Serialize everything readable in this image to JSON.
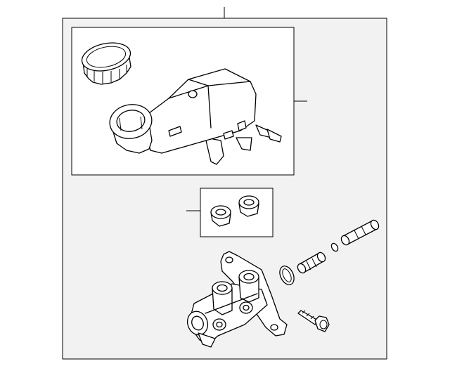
{
  "diagram": {
    "kind": "exploded parts diagram",
    "parts": [
      "reservoir-cap",
      "fluid-reservoir",
      "reservoir-grommets",
      "master-cylinder-body",
      "o-ring",
      "push-rod",
      "adapter",
      "mounting-bolt"
    ],
    "colors": {
      "outer-frame-fill": "#f2f2f2",
      "inset-box-fill": "#ffffff",
      "stroke": "#000000"
    }
  }
}
